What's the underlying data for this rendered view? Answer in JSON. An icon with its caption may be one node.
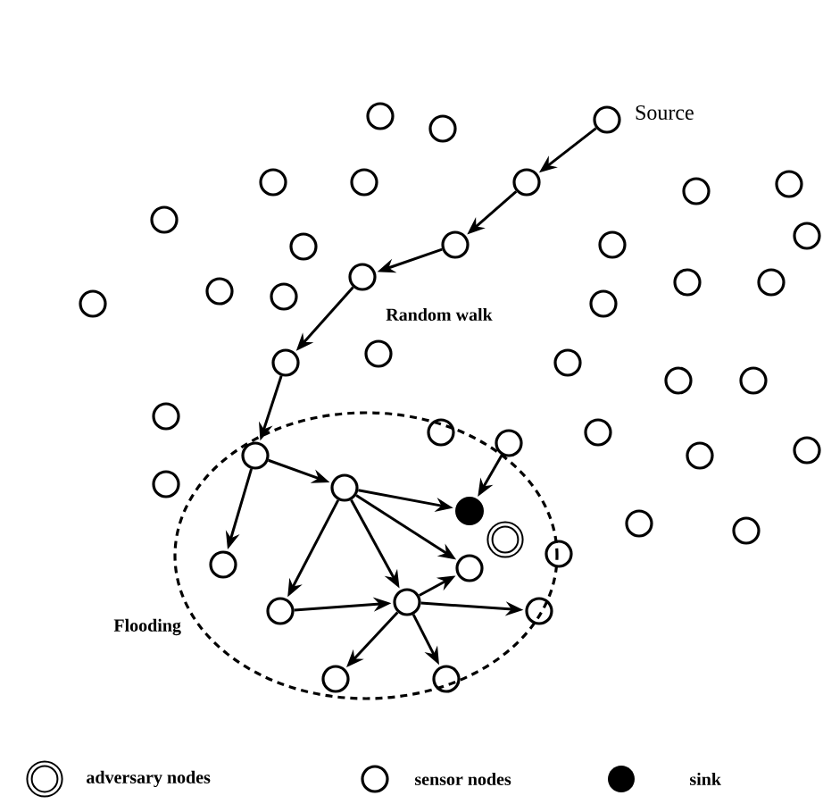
{
  "diagram": {
    "nodes": [
      {
        "text": [],
        "shape": "circle"
      },
      {
        "text": [],
        "shape": "circle",
        "beside": [
          "Source"
        ]
      },
      {
        "text": [],
        "shape": "circle"
      },
      {
        "text": [],
        "shape": "circle"
      },
      {
        "text": [],
        "shape": "circle"
      },
      {
        "text": [],
        "shape": "circle"
      },
      {
        "text": [],
        "shape": "circle"
      },
      {
        "text": [],
        "shape": "circle"
      },
      {
        "text": [],
        "shape": "circle"
      },
      {
        "text": [],
        "shape": "circle"
      },
      {
        "text": [],
        "shape": "circle"
      },
      {
        "text": [],
        "shape": "circle"
      },
      {
        "text": [],
        "shape": "circle"
      },
      {
        "text": [],
        "shape": "circle"
      },
      {
        "text": [],
        "shape": "circle"
      },
      {
        "text": [],
        "shape": "circle"
      },
      {
        "text": [],
        "shape": "circle"
      },
      {
        "text": [],
        "shape": "circle"
      },
      {
        "text": [],
        "shape": "circle"
      },
      {
        "text": [],
        "shape": "circle"
      },
      {
        "text": [],
        "shape": "circle"
      },
      {
        "text": [],
        "shape": "circle"
      },
      {
        "text": [],
        "shape": "circle"
      },
      {
        "text": [],
        "shape": "circle"
      },
      {
        "text": [],
        "shape": "circle"
      },
      {
        "text": [
          "Flooding"
        ]
      },
      {
        "text": [],
        "shape": "circle"
      },
      {
        "text": [],
        "shape": "circle",
        "in": 25
      },
      {
        "text": [],
        "shape": "circle"
      },
      {
        "text": [],
        "shape": "circle"
      },
      {
        "text": [],
        "shape": "circle"
      },
      {
        "text": [],
        "shape": "circle",
        "in": 25
      },
      {
        "text": [],
        "shape": "circle"
      },
      {
        "text": [],
        "shape": "circle"
      },
      {
        "text": [],
        "shape": "circle",
        "in": 25
      },
      {
        "text": [],
        "shape": "dot",
        "in": 25
      },
      {
        "text": [],
        "shape": "circle"
      },
      {
        "text": [],
        "shape": "circle"
      },
      {
        "text": [],
        "shape": "ring",
        "in": 25
      },
      {
        "text": [],
        "shape": "circle"
      },
      {
        "text": [],
        "shape": "circle",
        "in": 25
      },
      {
        "text": [],
        "shape": "circle",
        "in": 25
      },
      {
        "text": [],
        "shape": "circle",
        "in": 25
      },
      {
        "text": [],
        "shape": "circle",
        "in": 25
      },
      {
        "text": [],
        "shape": "circle",
        "in": 25
      },
      {
        "text": [],
        "shape": "circle",
        "in": 25
      },
      {
        "text": [],
        "shape": "circle",
        "in": 25
      }
    ],
    "edges": [
      {
        "from": 1,
        "to": 5,
        "arrow": "to"
      },
      {
        "from": 5,
        "to": 11,
        "arrow": "to"
      },
      {
        "from": 11,
        "to": 13,
        "arrow": "to"
      },
      {
        "from": 13,
        "to": 21,
        "arrow": "to"
      },
      {
        "from": 21,
        "to": 31,
        "arrow": "to"
      },
      {
        "from": 31,
        "to": 34,
        "arrow": "to"
      },
      {
        "from": 31,
        "to": 40,
        "arrow": "to"
      },
      {
        "from": 34,
        "to": 35,
        "arrow": "to"
      },
      {
        "from": 29,
        "to": 35,
        "arrow": "to"
      },
      {
        "from": 34,
        "to": 43,
        "arrow": "to"
      },
      {
        "from": 34,
        "to": 42,
        "arrow": "to"
      },
      {
        "from": 34,
        "to": 41,
        "arrow": "to"
      },
      {
        "from": 43,
        "to": 42,
        "arrow": "to"
      },
      {
        "from": 42,
        "to": 41,
        "arrow": "to"
      },
      {
        "from": 42,
        "to": 44,
        "arrow": "to"
      },
      {
        "from": 42,
        "to": 45,
        "arrow": "to"
      },
      {
        "from": 42,
        "to": 46,
        "arrow": "to"
      }
    ],
    "labels": [
      "Random walk"
    ],
    "legend": [
      {
        "text": "adversary nodes"
      },
      {
        "text": "sensor nodes"
      },
      {
        "text": "sink",
        "color": "#000000"
      }
    ]
  }
}
